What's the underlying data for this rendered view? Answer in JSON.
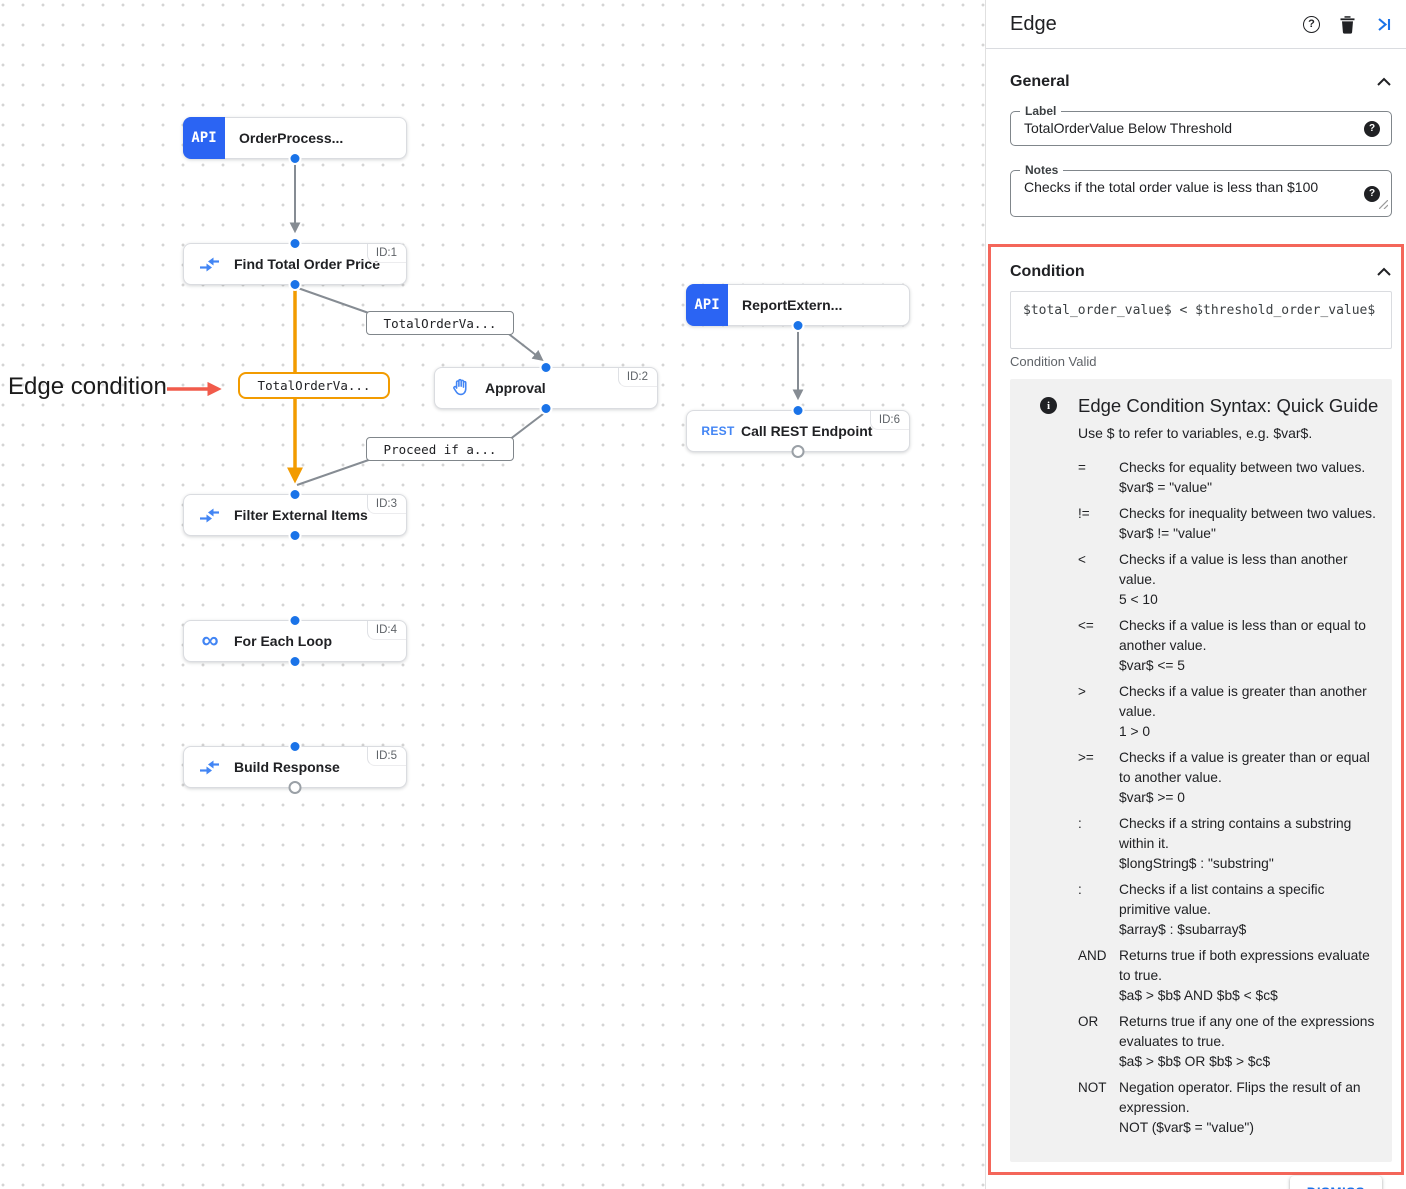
{
  "canvas": {
    "annotation": "Edge condition",
    "nodes": [
      {
        "title": "OrderProcess...",
        "badge": "API"
      },
      {
        "title": "Find Total Order Price",
        "id": "ID:1"
      },
      {
        "title": "Approval",
        "id": "ID:2"
      },
      {
        "title": "ReportExtern...",
        "badge": "API"
      },
      {
        "title": "Call REST Endpoint",
        "id": "ID:6",
        "icon_text": "REST"
      },
      {
        "title": "Filter External Items",
        "id": "ID:3"
      },
      {
        "title": "For Each Loop",
        "id": "ID:4"
      },
      {
        "title": "Build Response",
        "id": "ID:5"
      }
    ],
    "edge_labels": {
      "to_approval": "TotalOrderVa...",
      "selected": "TotalOrderVa...",
      "from_approval": "Proceed if a..."
    },
    "loop_icon_glyph": "∞"
  },
  "panel": {
    "title": "Edge",
    "header_icons": {
      "help": "?",
      "delete": "trash-icon",
      "collapse": "collapse-right-icon"
    },
    "general": {
      "heading": "General",
      "label_field": {
        "label": "Label",
        "value": "TotalOrderValue Below Threshold"
      },
      "notes_field": {
        "label": "Notes",
        "value": "Checks if the total order value is less than $100"
      }
    },
    "condition": {
      "heading": "Condition",
      "expression": "$total_order_value$ < $threshold_order_value$",
      "status": "Condition Valid",
      "guide": {
        "info_glyph": "i",
        "title": "Edge Condition Syntax: Quick Guide",
        "intro": "Use $ to refer to variables, e.g. $var$.",
        "operators": [
          {
            "op": "=",
            "lines": [
              "Checks for equality between two values.",
              "$var$ = \"value\""
            ]
          },
          {
            "op": "!=",
            "lines": [
              "Checks for inequality between two values.",
              "$var$ != \"value\""
            ]
          },
          {
            "op": "<",
            "lines": [
              "Checks if a value is less than another value.",
              "5 < 10"
            ]
          },
          {
            "op": "<=",
            "lines": [
              "Checks if a value is less than or equal to another value.",
              "$var$ <= 5"
            ]
          },
          {
            "op": ">",
            "lines": [
              "Checks if a value is greater than another value.",
              "1 > 0"
            ]
          },
          {
            "op": ">=",
            "lines": [
              "Checks if a value is greater than or equal to another value.",
              "$var$ >= 0"
            ]
          },
          {
            "op": ":",
            "lines": [
              "Checks if a string contains a substring within it.",
              "$longString$ : \"substring\""
            ]
          },
          {
            "op": ":",
            "lines": [
              "Checks if a list contains a specific primitive value.",
              "$array$ : $subarray$"
            ]
          },
          {
            "op": "AND",
            "lines": [
              "Returns true if both expressions evaluate to true.",
              "$a$ > $b$ AND $b$ < $c$"
            ]
          },
          {
            "op": "OR",
            "lines": [
              "Returns true if any one of the expressions evaluates to true.",
              "$a$ > $b$ OR $b$ > $c$"
            ]
          },
          {
            "op": "NOT",
            "lines": [
              "Negation operator. Flips the result of an expression.",
              "NOT ($var$ = \"value\")"
            ]
          }
        ]
      }
    },
    "dismiss_label": "DISMISS"
  },
  "colors": {
    "accent_blue": "#1a73e8",
    "node_badge_blue": "#2b64f3",
    "icon_blue": "#4285f4",
    "selected_edge_orange": "#f29b00",
    "highlight_red": "#f4665a",
    "annotation_arrow_red": "#f15b4b",
    "edge_gray": "#868c93"
  }
}
